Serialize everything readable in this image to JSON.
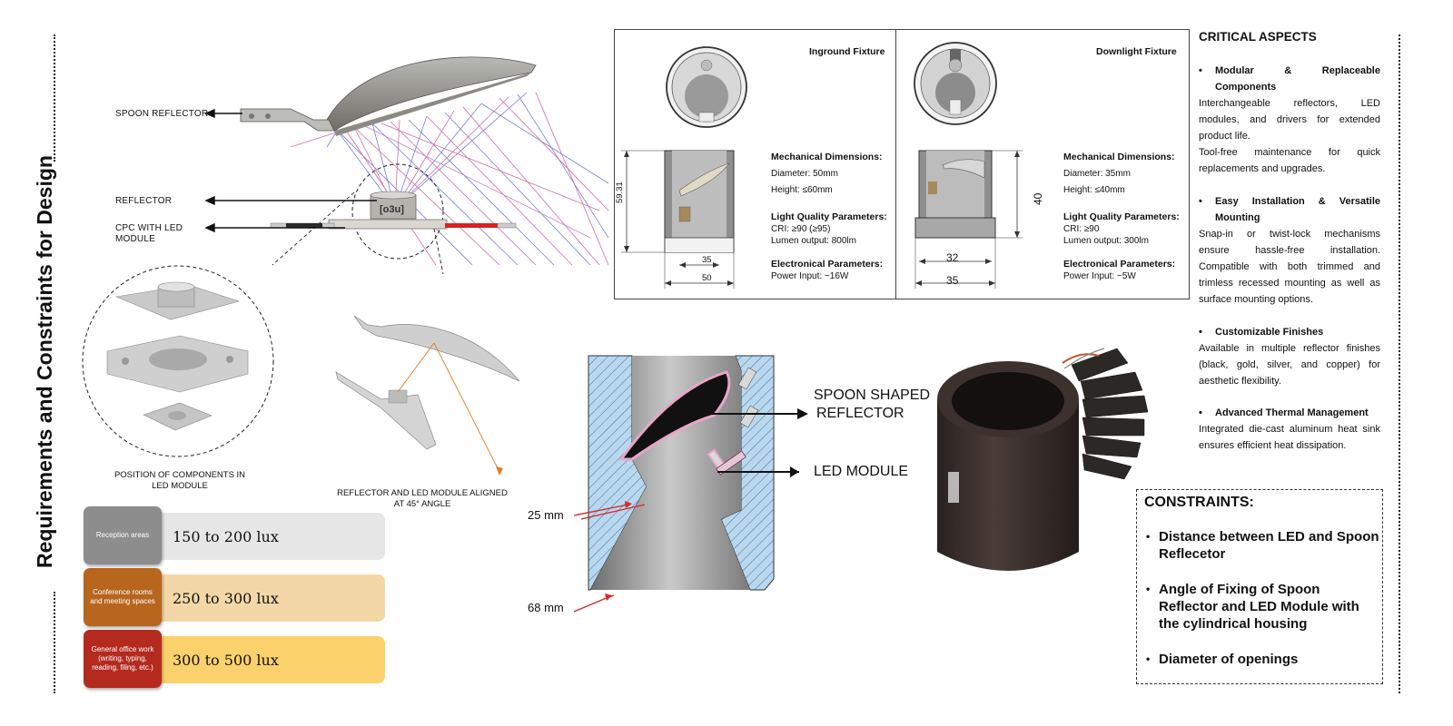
{
  "title": "Requirements and Constraints for Design",
  "callouts": {
    "spoon_reflector": "SPOON REFLECTOR",
    "reflector": "REFLECTOR",
    "cpc_led_line1": "CPC WITH LED",
    "cpc_led_line2": "MODULE",
    "led_module_mark": "[o3u]"
  },
  "captions": {
    "position_line1": "POSITION OF COMPONENTS IN",
    "position_line2": "LED MODULE",
    "aligned_line1": "REFLECTOR AND LED MODULE ALIGNED",
    "aligned_line2": "AT 45° ANGLE"
  },
  "lux_table": [
    {
      "area": "Reception areas",
      "lux": "150 to 200 lux",
      "badge_color": "#8d8d8d",
      "bar_color": "#e6e6e6"
    },
    {
      "area": "Conference rooms and meeting spaces",
      "lux": "250 to 300 lux",
      "badge_color": "#b8651e",
      "bar_color": "#f3d7a6"
    },
    {
      "area": "General office work (writing, typing, reading, filing, etc.)",
      "lux": "300 to 500 lux",
      "badge_color": "#b42a1f",
      "bar_color": "#fbd16c"
    }
  ],
  "fixtures": {
    "inground": {
      "title": "Inground Fixture",
      "mech_head": "Mechanical Dimensions:",
      "diameter": "Diameter: 50mm",
      "height": "Height: ≤60mm",
      "light_head": "Light Quality Parameters:",
      "cri": "CRI: ≥90 (≥95)",
      "lumen": "Lumen output: 800lm",
      "elec_head": "Electronical Parameters:",
      "power": "Power Input: ~16W",
      "dim_height": "59.31",
      "dim_inner": "35",
      "dim_outer": "50"
    },
    "downlight": {
      "title": "Downlight Fixture",
      "mech_head": "Mechanical Dimensions:",
      "diameter": "Diameter: 35mm",
      "height": "Height: ≤40mm",
      "light_head": "Light Quality Parameters:",
      "cri": "CRI: ≥90",
      "lumen": "Lumen output: 300lm",
      "elec_head": "Electronical Parameters:",
      "power": "Power Input: ~5W",
      "dim_height": "40",
      "dim_inner": "32",
      "dim_outer": "35"
    }
  },
  "section": {
    "label_spoon_1": "SPOON SHAPED",
    "label_spoon_2": "REFLECTOR",
    "label_led": "LED MODULE",
    "dim_25": "25 mm",
    "dim_68": "68 mm"
  },
  "critical": {
    "title": "CRITICAL ASPECTS",
    "items": [
      {
        "head": "Modular & Replaceable Components",
        "body": "Interchangeable reflectors, LED modules, and drivers for extended product life.",
        "body2": "Tool-free maintenance for quick replacements and upgrades."
      },
      {
        "head": "Easy Installation & Versatile Mounting",
        "body": "Snap-in or twist-lock mechanisms ensure hassle-free installation. Compatible with both trimmed and trimless recessed mounting as well as surface mounting options."
      },
      {
        "head": "Customizable Finishes",
        "body": "Available in multiple reflector finishes (black, gold, silver, and copper) for aesthetic flexibility."
      },
      {
        "head": "Advanced Thermal Management",
        "body": "Integrated die-cast aluminum heat sink ensures efficient heat dissipation."
      }
    ]
  },
  "constraints": {
    "title": "CONSTRAINTS:",
    "items": [
      "Distance between LED and Spoon Reflecetor",
      "Angle of Fixing of Spoon Reflector and LED Module with the cylindrical housing",
      "Diameter of openings"
    ]
  }
}
